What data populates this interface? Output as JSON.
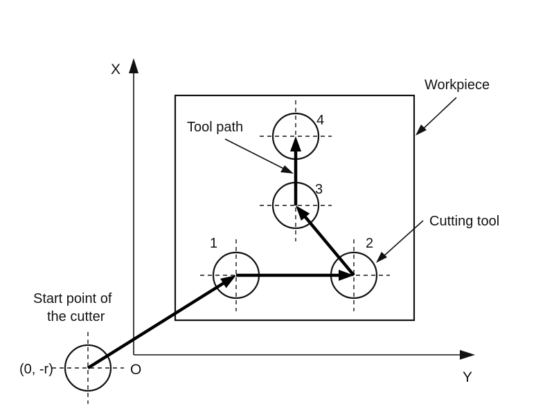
{
  "diagram": {
    "axes": {
      "x_label": "X",
      "y_label": "Y",
      "origin_label": "O"
    },
    "labels": {
      "workpiece": "Workpiece",
      "tool_path": "Tool path",
      "cutting_tool": "Cutting tool",
      "start_point_line1": "Start point of",
      "start_point_line2": "the cutter",
      "start_coord": "(0, -r)"
    },
    "positions": [
      {
        "id": "start",
        "label": ""
      },
      {
        "id": "p1",
        "label": "1"
      },
      {
        "id": "p2",
        "label": "2"
      },
      {
        "id": "p3",
        "label": "3"
      },
      {
        "id": "p4",
        "label": "4"
      }
    ],
    "tool_path_sequence": [
      "start",
      "p1",
      "p2",
      "p3",
      "p4"
    ],
    "colors": {
      "ink": "#111111",
      "background": "#ffffff"
    }
  }
}
